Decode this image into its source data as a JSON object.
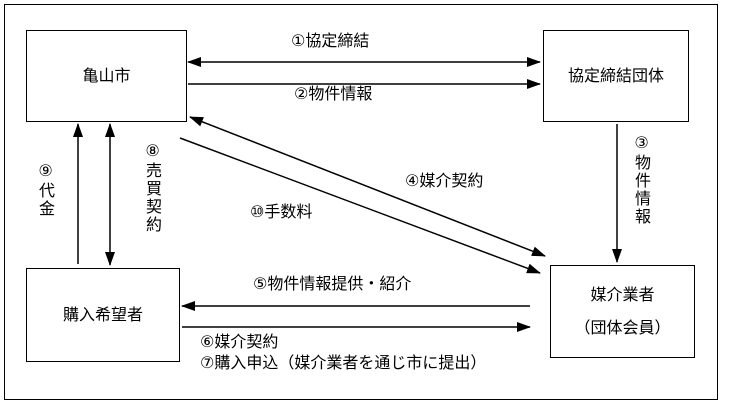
{
  "entities": {
    "city": "亀山市",
    "agreement_org": "協定締結団体",
    "buyer": "購入希望者",
    "broker": "媒介業者",
    "broker_sub": "（団体会員）"
  },
  "flows": {
    "f1": "①協定締結",
    "f2": "②物件情報",
    "f3": "③物件情報",
    "f4": "④媒介契約",
    "f5": "⑤物件情報提供・紹介",
    "f6": "⑥媒介契約",
    "f7": "⑦購入申込（媒介業者を通じ市に提出）",
    "f8": "⑧売買契約",
    "f9": "⑨代金",
    "f10": "⑩手数料"
  }
}
